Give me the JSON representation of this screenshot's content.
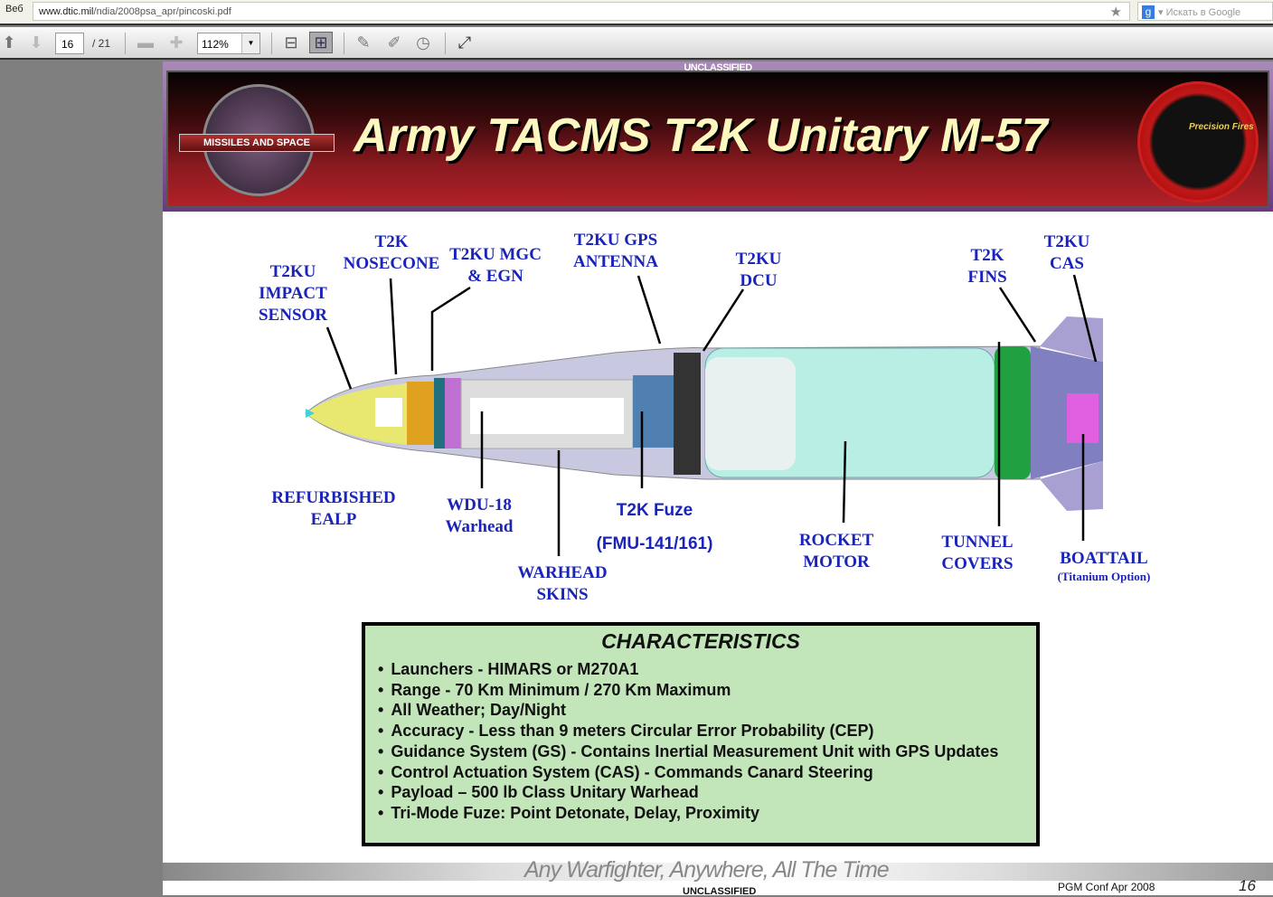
{
  "browser": {
    "search_engine_button": "Веб",
    "url_domain": "www.dtic.mil",
    "url_path": "/ndia/2008psa_apr/pincoski.pdf",
    "search_placeholder": "Искать в Google",
    "search_logo": "g"
  },
  "pdf_toolbar": {
    "page_current": "16",
    "page_total": "/ 21",
    "zoom": "112%"
  },
  "slide": {
    "classification_top": "UNCLASSIFIED",
    "title": "Army TACMS T2K Unitary M-57",
    "left_seal_text": "MISSILES AND SPACE",
    "right_seal_text": "Precision Fires",
    "labels": {
      "impact_sensor": [
        "T2KU",
        "IMPACT",
        "SENSOR"
      ],
      "nosecone": [
        "T2K",
        "NOSECONE"
      ],
      "mgc": [
        "T2KU MGC",
        "& EGN"
      ],
      "gps": [
        "T2KU GPS",
        "ANTENNA"
      ],
      "dcu": [
        "T2KU",
        "DCU"
      ],
      "fins": [
        "T2K",
        "FINS"
      ],
      "cas": [
        "T2KU",
        "CAS"
      ],
      "ealp": [
        "REFURBISHED",
        "EALP"
      ],
      "warhead": [
        "WDU-18",
        "Warhead"
      ],
      "fuze": [
        "T2K Fuze",
        "(FMU-141/161)"
      ],
      "skins": [
        "WARHEAD",
        "SKINS"
      ],
      "motor": [
        "ROCKET",
        "MOTOR"
      ],
      "tunnel": [
        "TUNNEL",
        "COVERS"
      ],
      "boattail": [
        "BOATTAIL",
        "(Titanium Option)"
      ]
    },
    "characteristics": {
      "title": "CHARACTERISTICS",
      "items": [
        "Launchers - HIMARS or M270A1",
        "Range - 70 Km Minimum / 270 Km Maximum",
        "All Weather; Day/Night",
        "Accuracy - Less than 9 meters Circular Error Probability (CEP)",
        "Guidance System (GS) - Contains Inertial Measurement Unit with GPS Updates",
        "Control Actuation System (CAS) - Commands Canard Steering",
        "Payload – 500 lb Class Unitary Warhead",
        "Tri-Mode Fuze: Point Detonate, Delay, Proximity"
      ]
    },
    "slogan": "Any Warfighter, Anywhere, All The Time",
    "conference": "PGM Conf Apr 2008",
    "page_number": "16",
    "classification_bottom": "UNCLASSIFIED"
  }
}
